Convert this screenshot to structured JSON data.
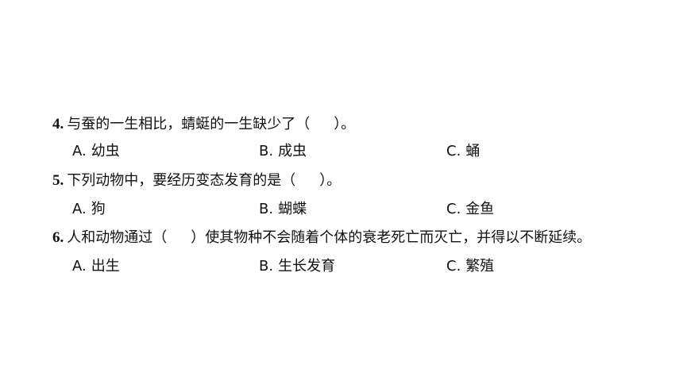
{
  "questions": [
    {
      "number": "4.",
      "text_before": "与蚕的一生相比，蜻蜓的一生缺少了（",
      "text_after": "）。",
      "options": {
        "a": {
          "letter": "A.",
          "text": "幼虫"
        },
        "b": {
          "letter": "B.",
          "text": "成虫"
        },
        "c": {
          "letter": "C.",
          "text": "蛹"
        }
      }
    },
    {
      "number": "5.",
      "text_before": "下列动物中，要经历变态发育的是（",
      "text_after": "）。",
      "options": {
        "a": {
          "letter": "A.",
          "text": "狗"
        },
        "b": {
          "letter": "B.",
          "text": "蝴蝶"
        },
        "c": {
          "letter": "C.",
          "text": "金鱼"
        }
      }
    },
    {
      "number": "6.",
      "text_before": "人和动物通过（",
      "text_after": "）使其物种不会随着个体的衰老死亡而灭亡，并得以不断延续。",
      "options": {
        "a": {
          "letter": "A.",
          "text": "出生"
        },
        "b": {
          "letter": "B.",
          "text": "生长发育"
        },
        "c": {
          "letter": "C.",
          "text": "繁殖"
        }
      }
    }
  ]
}
